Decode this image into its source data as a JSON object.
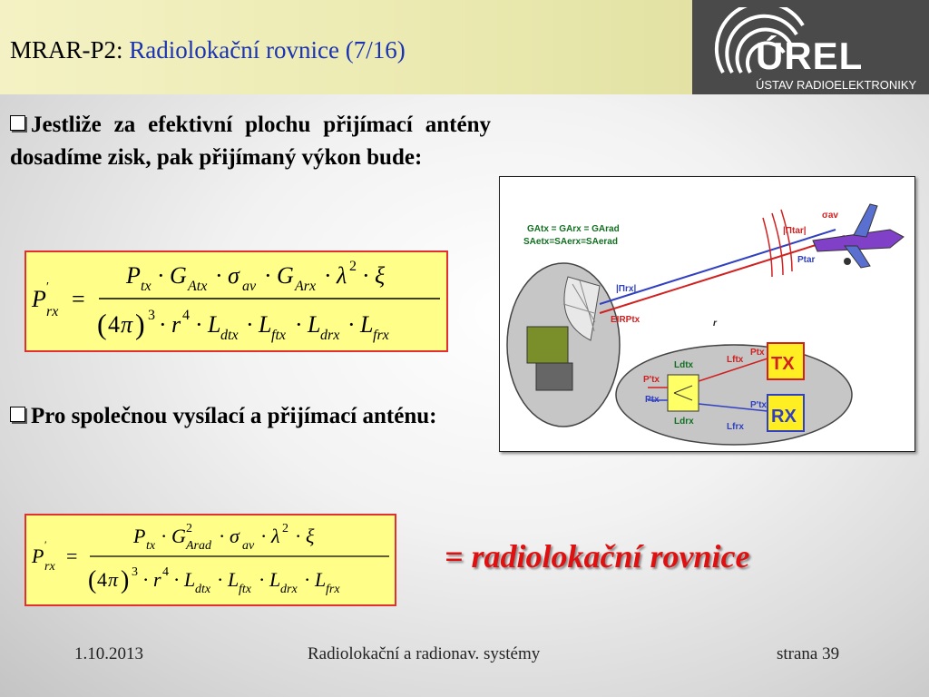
{
  "header": {
    "title_prefix": "MRAR-P2: ",
    "title_main": "Radiolokační rovnice (7/16)"
  },
  "logo": {
    "main": "ÚREL",
    "sub": "ÚSTAV RADIOELEKTRONIKY"
  },
  "bullets": [
    {
      "text": "Jestliže za efektivní plochu přijímací antény dosadíme zisk, pak přijímaný výkon bude:"
    },
    {
      "text": "Pro společnou vysílací a přijímací anténu:"
    }
  ],
  "formula_tag": "= radiolokační rovnice",
  "diagram": {
    "eq1": "GAtx = GArx = GArad",
    "eq2": "SAetx=SAerx=SAerad",
    "sigma": "σav",
    "pi_tar": "|Πtar|",
    "p_tar": "Ptar",
    "pi_rx": "|Πrx|",
    "eirp": "EIRPtx",
    "r": "r",
    "l_dtx": "Ldtx",
    "l_ftx": "Lftx",
    "p_tx": "Ptx",
    "l_drx": "Ldrx",
    "l_frx": "Lfrx",
    "p_tx_prime_1": "P′tx",
    "p_tx_prime_2": "P′tx",
    "p_tx_2": "Ptx",
    "tx": "TX",
    "rx": "RX"
  },
  "footer": {
    "date": "1.10.2013",
    "course": "Radiolokační a radionav. systémy",
    "page": "strana 39"
  }
}
